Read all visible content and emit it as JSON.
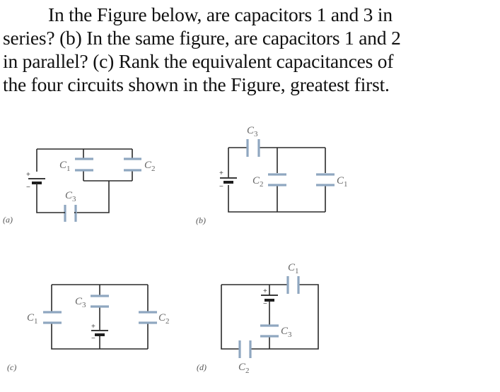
{
  "question": {
    "lines": [
      "In the Figure below, are capacitors 1 and 3 in",
      "series? (b) In the same figure, are capacitors 1 and 2",
      "in parallel? (c) Rank the equivalent capacitances of",
      "the four circuits shown in the Figure, greatest first."
    ]
  },
  "figure": {
    "colors": {
      "wire": "#2a2a2a",
      "capacitor": "#8fa7c0",
      "battery": "#1e1e1e"
    },
    "battery_signs": {
      "plus": "+",
      "minus": "−"
    },
    "circuits": [
      {
        "tag": "(a)",
        "labels": {
          "c1": "C",
          "c1_sub": "1",
          "c2": "C",
          "c2_sub": "2",
          "c3": "C",
          "c3_sub": "3"
        }
      },
      {
        "tag": "(b)",
        "labels": {
          "c1": "C",
          "c1_sub": "1",
          "c2": "C",
          "c2_sub": "2",
          "c3": "C",
          "c3_sub": "3"
        }
      },
      {
        "tag": "(c)",
        "labels": {
          "c1": "C",
          "c1_sub": "1",
          "c2": "C",
          "c2_sub": "2",
          "c3": "C",
          "c3_sub": "3"
        }
      },
      {
        "tag": "(d)",
        "labels": {
          "c1": "C",
          "c1_sub": "1",
          "c2": "C",
          "c2_sub": "2",
          "c3": "C",
          "c3_sub": "3"
        }
      }
    ]
  }
}
